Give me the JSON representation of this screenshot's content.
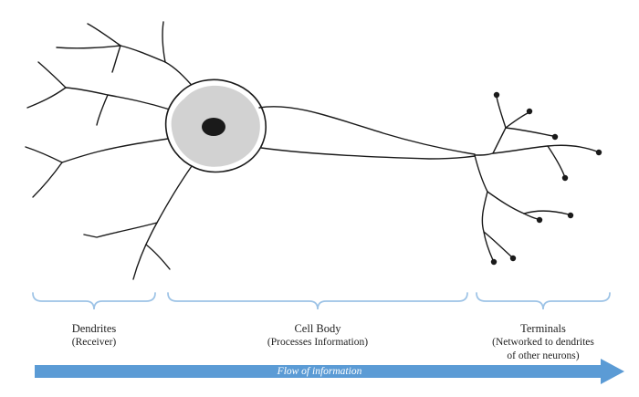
{
  "labels": {
    "dendrites": {
      "title": "Dendrites",
      "subtitle": "(Receiver)"
    },
    "cell_body": {
      "title": "Cell Body",
      "subtitle": "(Processes Information)"
    },
    "terminals": {
      "title": "Terminals",
      "subtitle_line1": "(Networked to dendrites",
      "subtitle_line2": "of other neurons)"
    }
  },
  "flow_arrow": {
    "label": "Flow of information"
  },
  "colors": {
    "ink": "#1a1a1a",
    "cell_fill": "#d2d2d2",
    "brace": "#9dc3e6",
    "arrow": "#5b9bd5",
    "arrow_text": "#ffffff",
    "background": "#ffffff",
    "label_text": "#1f1f1f"
  }
}
